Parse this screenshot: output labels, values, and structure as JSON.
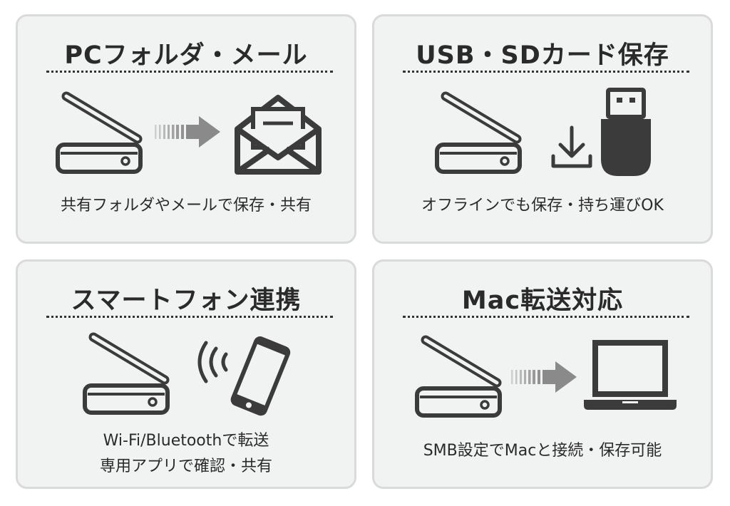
{
  "cards": [
    {
      "title": "PCフォルダ・メール",
      "desc": "共有フォルダやメールで保存・共有"
    },
    {
      "title": "USB・SDカード保存",
      "desc": "オフラインでも保存・持ち運びOK"
    },
    {
      "title": "スマートフォン連携",
      "desc_line1": "Wi-Fi/Bluetoothで転送",
      "desc_line2": "専用アプリで確認・共有"
    },
    {
      "title": "Mac転送対応",
      "desc": "SMB設定でMacと接続・保存可能"
    }
  ],
  "colors": {
    "card_bg": "#f1f2f2",
    "card_border": "#d9dadb",
    "ink": "#3b3b3b",
    "arrow": "#8a8a8a"
  },
  "icons": [
    "scanner-icon",
    "arrow-right-icon",
    "envelope-icon",
    "download-icon",
    "usb-drive-icon",
    "wireless-signal-icon",
    "smartphone-icon",
    "laptop-icon"
  ]
}
